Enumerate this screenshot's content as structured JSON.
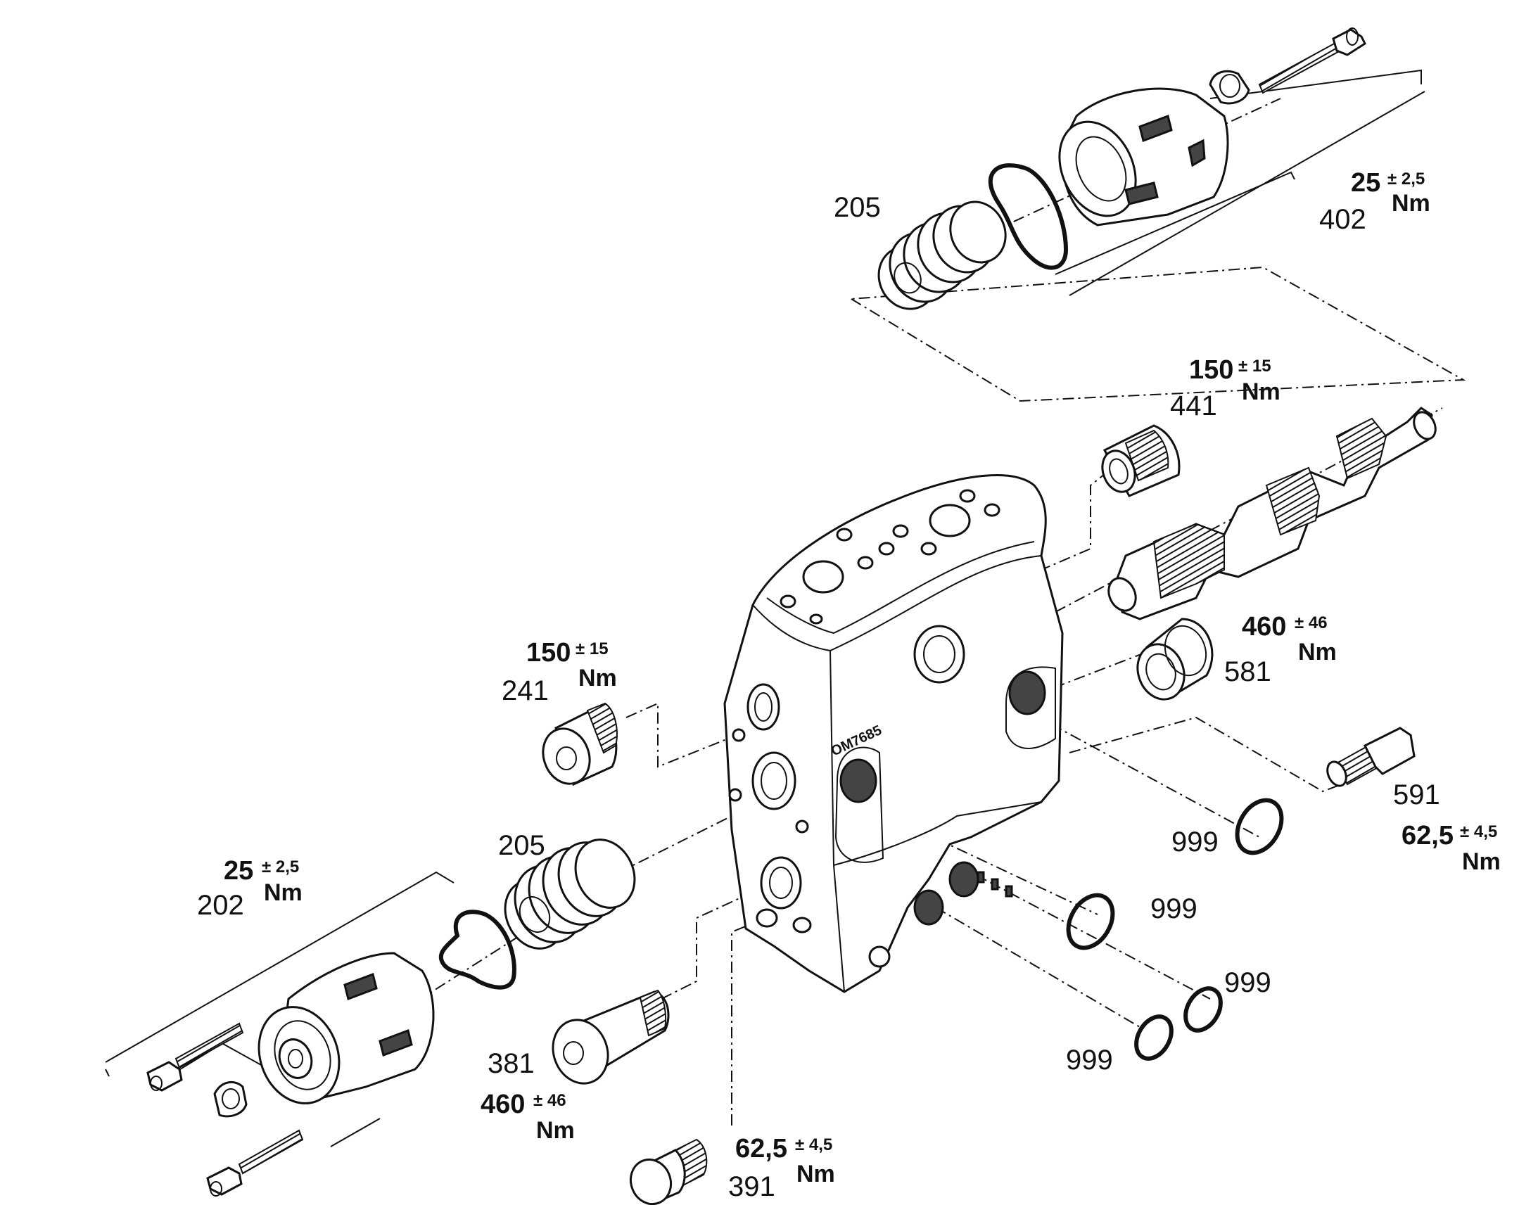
{
  "stamp": "OM7685",
  "labels": {
    "top_spring": "205",
    "top_cap": "402",
    "top_cap_torque": "25",
    "top_cap_tol": "± 2,5",
    "top_cap_unit": "Nm",
    "plug_441": "441",
    "plug_441_torque": "150",
    "plug_441_tol": "± 15",
    "plug_441_unit": "Nm",
    "plug_581": "581",
    "plug_581_torque": "460",
    "plug_581_tol": "± 46",
    "plug_581_unit": "Nm",
    "plug_241": "241",
    "plug_241_torque": "150",
    "plug_241_tol": "± 15",
    "plug_241_unit": "Nm",
    "valve_591": "591",
    "valve_591_torque": "62,5",
    "valve_591_tol": "± 4,5",
    "valve_591_unit": "Nm",
    "oring_1": "999",
    "oring_2": "999",
    "oring_3": "999",
    "oring_4": "999",
    "bottom_spring": "205",
    "bottom_cap": "202",
    "bottom_cap_torque": "25",
    "bottom_cap_tol": "± 2,5",
    "bottom_cap_unit": "Nm",
    "plug_381": "381",
    "plug_381_torque": "460",
    "plug_381_tol": "± 46",
    "plug_381_unit": "Nm",
    "valve_391": "391",
    "valve_391_torque": "62,5",
    "valve_391_tol": "± 4,5",
    "valve_391_unit": "Nm"
  }
}
